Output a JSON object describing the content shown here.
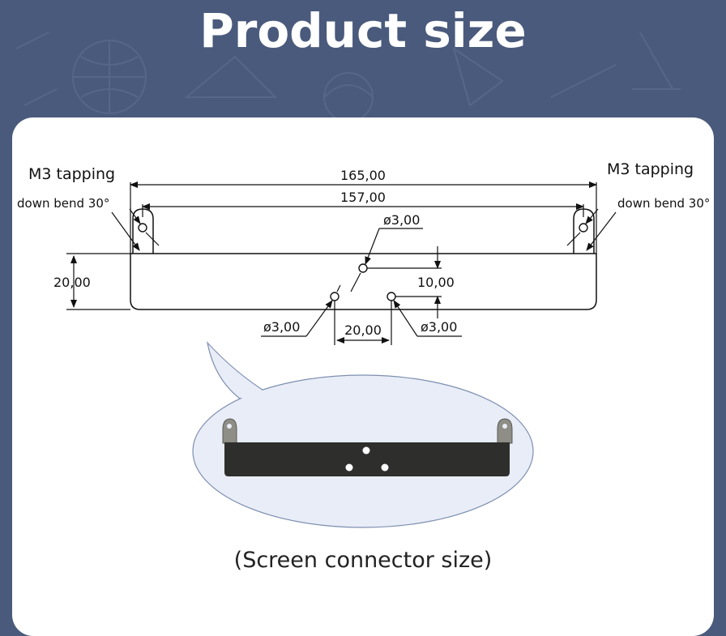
{
  "page": {
    "title": "Product size",
    "caption": "(Screen connector size)"
  },
  "drawing": {
    "left_label_top": "M3 tapping",
    "left_label_bottom": "down bend 30°",
    "right_label_top": "M3 tapping",
    "right_label_bottom": "down bend 30°",
    "dim_overall": "165,00",
    "dim_inner": "157,00",
    "dim_height": "20,00",
    "dim_hole_offset": "10,00",
    "dim_hole_spacing": "20,00",
    "hole_top": "ø3,00",
    "hole_left": "ø3,00",
    "hole_right": "ø3,00"
  },
  "colors": {
    "background": "#4a5a7c",
    "card": "#ffffff",
    "bubble": "#e8edf7",
    "bracket": "#2e2f2c"
  }
}
